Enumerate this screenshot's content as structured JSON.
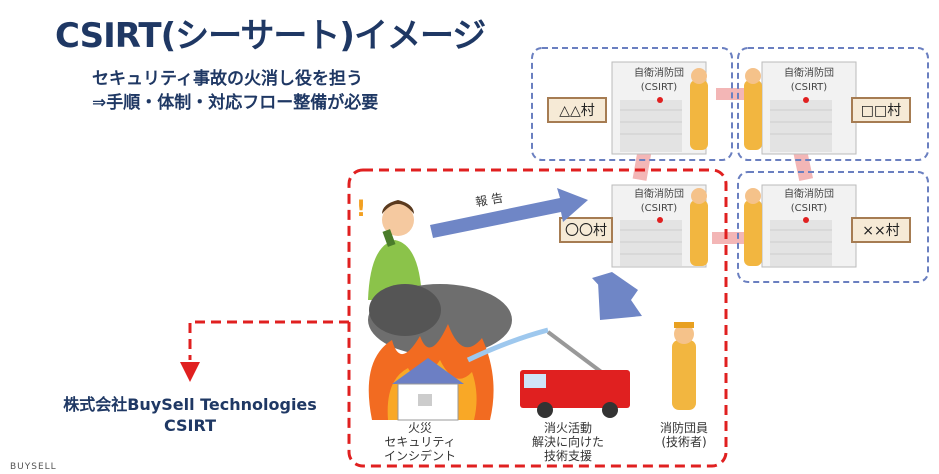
{
  "title": "CSIRT(シーサート)イメージ",
  "subtitle_line1": "セキュリティ事故の火消し役を担う",
  "subtitle_line2": "⇒手順・体制・対応フロー整備が必要",
  "company_line1": "株式会社BuySell Technologies",
  "company_line2": "CSIRT",
  "footer": "BUYSELL",
  "stations": [
    {
      "name": "自衛消防団",
      "tag": "(CSIRT)",
      "village": "△△村"
    },
    {
      "name": "自衛消防団",
      "tag": "(CSIRT)",
      "village": "□□村"
    },
    {
      "name": "自衛消防団",
      "tag": "(CSIRT)",
      "village": "〇〇村"
    },
    {
      "name": "自衛消防団",
      "tag": "(CSIRT)",
      "village": "××村"
    }
  ],
  "report_label": "報 告",
  "fire_label": [
    "火災",
    "セキュリティ",
    "インシデント"
  ],
  "firefighting_label": [
    "消火活動",
    "解決に向けた",
    "技術支援"
  ],
  "member_label": [
    "消防団員",
    "(技術者)"
  ]
}
